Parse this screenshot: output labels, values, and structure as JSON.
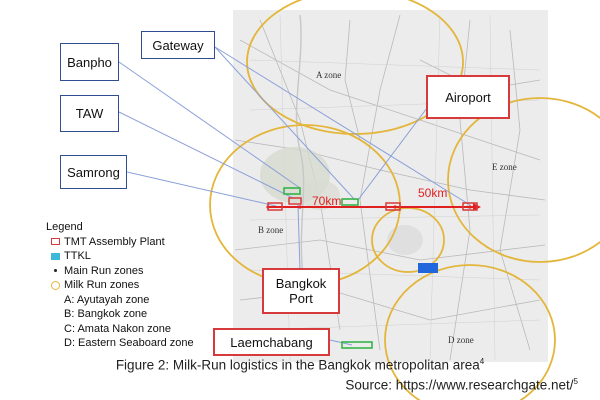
{
  "labels": {
    "gateway": "Gateway",
    "banpho": "Banpho",
    "taw": "TAW",
    "samrong": "Samrong",
    "airport": "Airoport",
    "bangkok_port_line1": "Bangkok",
    "bangkok_port_line2": "Port",
    "laemchabang": "Laemchabang"
  },
  "distances": {
    "west": "70km",
    "east": "50km"
  },
  "zones": {
    "a": "A zone",
    "b": "B zone",
    "d": "D zone",
    "e": "E zone"
  },
  "legend": {
    "title": "Legend",
    "items": [
      {
        "symbol": "red-square",
        "label": "TMT  Assembly Plant"
      },
      {
        "symbol": "cyan-square",
        "label": "TTKL"
      },
      {
        "symbol": "dot",
        "label": "Main Run zones"
      },
      {
        "symbol": "yellow-circle",
        "label": "Milk Run zones"
      },
      {
        "symbol": "none",
        "label": "A:  Ayutayah zone"
      },
      {
        "symbol": "none",
        "label": "B:  Bangkok zone"
      },
      {
        "symbol": "none",
        "label": "C:  Amata Nakon zone"
      },
      {
        "symbol": "none",
        "label": "D:  Eastern Seaboard zone"
      }
    ]
  },
  "caption": {
    "text": "Figure 2: Milk-Run logistics in the Bangkok metropolitan area",
    "sup": "4"
  },
  "source": {
    "text": "Source: https://www.researchgate.net/",
    "sup": "5"
  },
  "colors": {
    "zone_circle": "#e3b63b",
    "plant": "#d63a3a",
    "ttkl": "#3fb7d8",
    "route": "#e02020",
    "leader_line": "#8aa0d8",
    "port_marker": "#2266dd"
  }
}
